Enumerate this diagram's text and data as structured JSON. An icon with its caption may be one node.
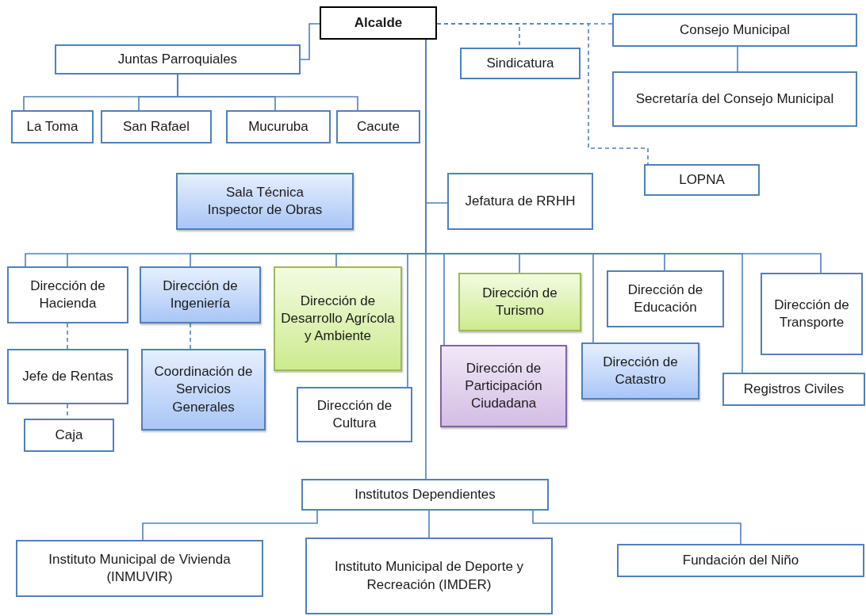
{
  "diagram": {
    "nodes": [
      {
        "text": [
          "Alcalde"
        ]
      },
      {
        "text": [
          "Juntas Parroquiales"
        ]
      },
      {
        "text": [
          "La Toma"
        ]
      },
      {
        "text": [
          "San Rafael"
        ]
      },
      {
        "text": [
          "Mucuruba"
        ]
      },
      {
        "text": [
          "Cacute"
        ]
      },
      {
        "text": [
          "Sindicatura"
        ]
      },
      {
        "text": [
          "Consejo Municipal"
        ]
      },
      {
        "text": [
          "Secretaría del Consejo Municipal"
        ]
      },
      {
        "text": [
          "LOPNA"
        ]
      },
      {
        "text": [
          "Sala Técnica",
          "Inspector de Obras"
        ]
      },
      {
        "text": [
          "Jefatura de RRHH"
        ]
      },
      {
        "text": [
          "Dirección de Hacienda"
        ]
      },
      {
        "text": [
          "Dirección de Ingeniería"
        ]
      },
      {
        "text": [
          "Dirección de Desarrollo Agrícola y Ambiente"
        ]
      },
      {
        "text": [
          "Dirección de Turismo"
        ]
      },
      {
        "text": [
          "Dirección de Educación"
        ]
      },
      {
        "text": [
          "Dirección de Transporte"
        ]
      },
      {
        "text": [
          "Jefe de Rentas"
        ]
      },
      {
        "text": [
          "Coordinación de Servicios Generales"
        ]
      },
      {
        "text": [
          "Dirección de Cultura"
        ]
      },
      {
        "text": [
          "Dirección de Participación Ciudadana"
        ]
      },
      {
        "text": [
          "Dirección de Catastro"
        ]
      },
      {
        "text": [
          "Registros Civiles"
        ]
      },
      {
        "text": [
          "Caja"
        ]
      },
      {
        "text": [
          "Institutos Dependientes"
        ]
      },
      {
        "text": [
          "Instituto Municipal de Vivienda (INMUVIR)"
        ]
      },
      {
        "text": [
          "Instituto Municipal de Deporte y Recreación (IMDER)"
        ]
      },
      {
        "text": [
          "Fundación del Niño"
        ]
      }
    ],
    "edges": [
      {
        "from": 0,
        "to": 1,
        "arrow": "none"
      },
      {
        "from": 1,
        "to": 2,
        "arrow": "none"
      },
      {
        "from": 1,
        "to": 3,
        "arrow": "none"
      },
      {
        "from": 1,
        "to": 4,
        "arrow": "none"
      },
      {
        "from": 1,
        "to": 5,
        "arrow": "none"
      },
      {
        "from": 0,
        "to": 6,
        "arrow": "none",
        "style": "dashed"
      },
      {
        "from": 0,
        "to": 7,
        "arrow": "none",
        "style": "dashed"
      },
      {
        "from": 0,
        "to": 9,
        "arrow": "none",
        "style": "dashed"
      },
      {
        "from": 7,
        "to": 8,
        "arrow": "none"
      },
      {
        "from": 0,
        "to": 11,
        "arrow": "none"
      },
      {
        "from": 0,
        "to": 12,
        "arrow": "none"
      },
      {
        "from": 0,
        "to": 13,
        "arrow": "none"
      },
      {
        "from": 0,
        "to": 14,
        "arrow": "none"
      },
      {
        "from": 0,
        "to": 20,
        "arrow": "none"
      },
      {
        "from": 0,
        "to": 21,
        "arrow": "none"
      },
      {
        "from": 0,
        "to": 15,
        "arrow": "none"
      },
      {
        "from": 0,
        "to": 22,
        "arrow": "none"
      },
      {
        "from": 0,
        "to": 16,
        "arrow": "none"
      },
      {
        "from": 0,
        "to": 23,
        "arrow": "none"
      },
      {
        "from": 0,
        "to": 17,
        "arrow": "none"
      },
      {
        "from": 12,
        "to": 18,
        "arrow": "none",
        "style": "dashed"
      },
      {
        "from": 18,
        "to": 24,
        "arrow": "none",
        "style": "dashed"
      },
      {
        "from": 13,
        "to": 19,
        "arrow": "none",
        "style": "dashed"
      },
      {
        "from": 0,
        "to": 25,
        "arrow": "none"
      },
      {
        "from": 25,
        "to": 26,
        "arrow": "none"
      },
      {
        "from": 25,
        "to": 27,
        "arrow": "none"
      },
      {
        "from": 25,
        "to": 28,
        "arrow": "none"
      }
    ]
  }
}
